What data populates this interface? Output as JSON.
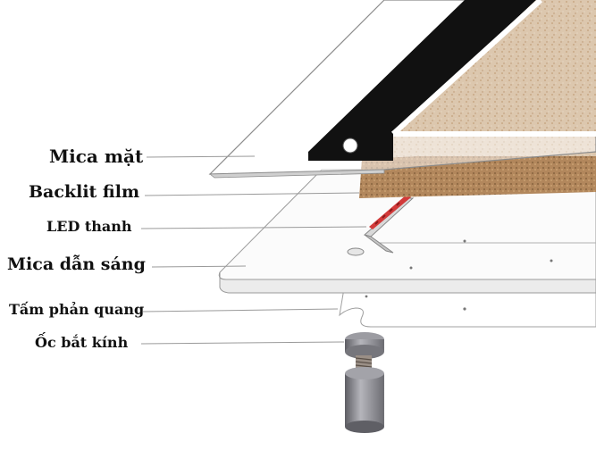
{
  "labels": [
    {
      "id": "mica-mat",
      "text": "Mica mặt"
    },
    {
      "id": "backlit-film",
      "text": "Backlit film"
    },
    {
      "id": "led-thanh",
      "text": "LED thanh"
    },
    {
      "id": "mica-dan-sang",
      "text": "Mica dẫn sáng"
    },
    {
      "id": "tam-phan-quang",
      "text": "Tấm phản quang"
    },
    {
      "id": "oc-bat-kinh",
      "text": "Ốc bắt kính"
    }
  ],
  "colors": {
    "frame_black": "#111111",
    "cork": "#c9a27a",
    "cork_light": "#e8d8c3",
    "led_red": "#d23a3a",
    "metal": "#8a8a8f",
    "edge_line": "#9a9a9a"
  }
}
